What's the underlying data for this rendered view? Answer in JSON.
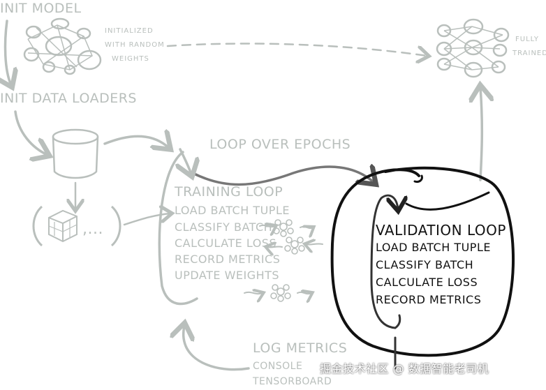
{
  "init_model": {
    "title": "INIT MODEL",
    "note_line1": "INITIALIZED",
    "note_line2": "WITH RANDOM",
    "note_line3": "WEIGHTS"
  },
  "trained_model": {
    "note_line1": "FULLY",
    "note_line2": "TRAINED"
  },
  "data_loaders": {
    "title": "INIT DATA LOADERS",
    "batch_ellipsis": ",..."
  },
  "epochs": {
    "title": "LOOP OVER EPOCHS"
  },
  "training_loop": {
    "title": "TRAINING LOOP",
    "steps": [
      "LOAD BATCH TUPLE",
      "CLASSIFY BATCH",
      "CALCULATE LOSS",
      "RECORD METRICS",
      "UPDATE WEIGHTS"
    ]
  },
  "validation_loop": {
    "title": "VALIDATION LOOP",
    "steps": [
      "LOAD BATCH TUPLE",
      "CLASSIFY BATCH",
      "CALCULATE LOSS",
      "RECORD METRICS"
    ]
  },
  "log_metrics": {
    "title": "LOG METRICS",
    "targets": [
      "CONSOLE",
      "TENSORBOARD"
    ]
  },
  "watermark": "掘金技术社区 @ 数据智能老司机",
  "colors": {
    "faint": "#b9bfbc",
    "dark": "#111111"
  }
}
